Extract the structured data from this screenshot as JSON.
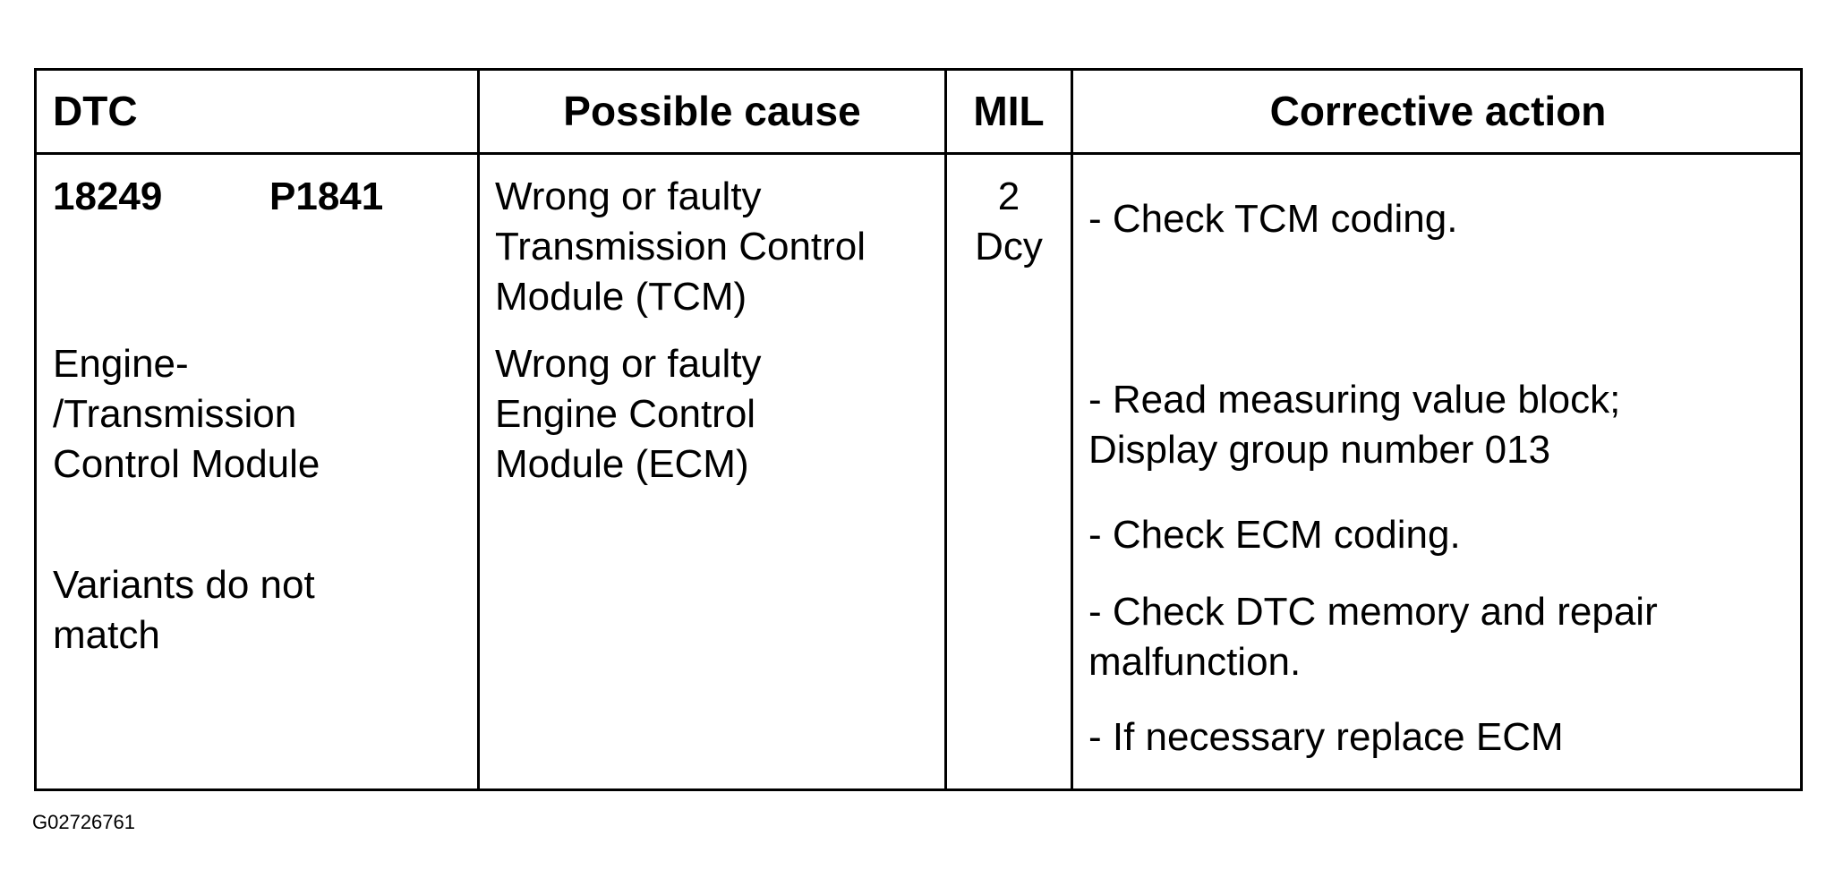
{
  "table": {
    "headers": {
      "dtc": "DTC",
      "cause": "Possible cause",
      "mil": "MIL",
      "action": "Corrective action"
    },
    "row": {
      "code": "18249",
      "pcode": "P1841",
      "description_lines": [
        "Engine-",
        "/Transmission",
        "Control Module"
      ],
      "condition_lines": [
        "Variants do not",
        "match"
      ],
      "causes": [
        [
          "Wrong or faulty",
          "Transmission Control",
          "Module (TCM)"
        ],
        [
          "Wrong or faulty",
          "Engine Control",
          "Module (ECM)"
        ]
      ],
      "mil": [
        "2",
        "Dcy"
      ],
      "actions": [
        [
          "- Check TCM coding."
        ],
        [
          "- Read measuring value block;",
          "Display group number 013"
        ],
        [
          "- Check ECM coding."
        ],
        [
          "- Check DTC memory and repair",
          "malfunction."
        ],
        [
          "- If necessary replace ECM"
        ]
      ]
    }
  },
  "figure_id": "G02726761"
}
